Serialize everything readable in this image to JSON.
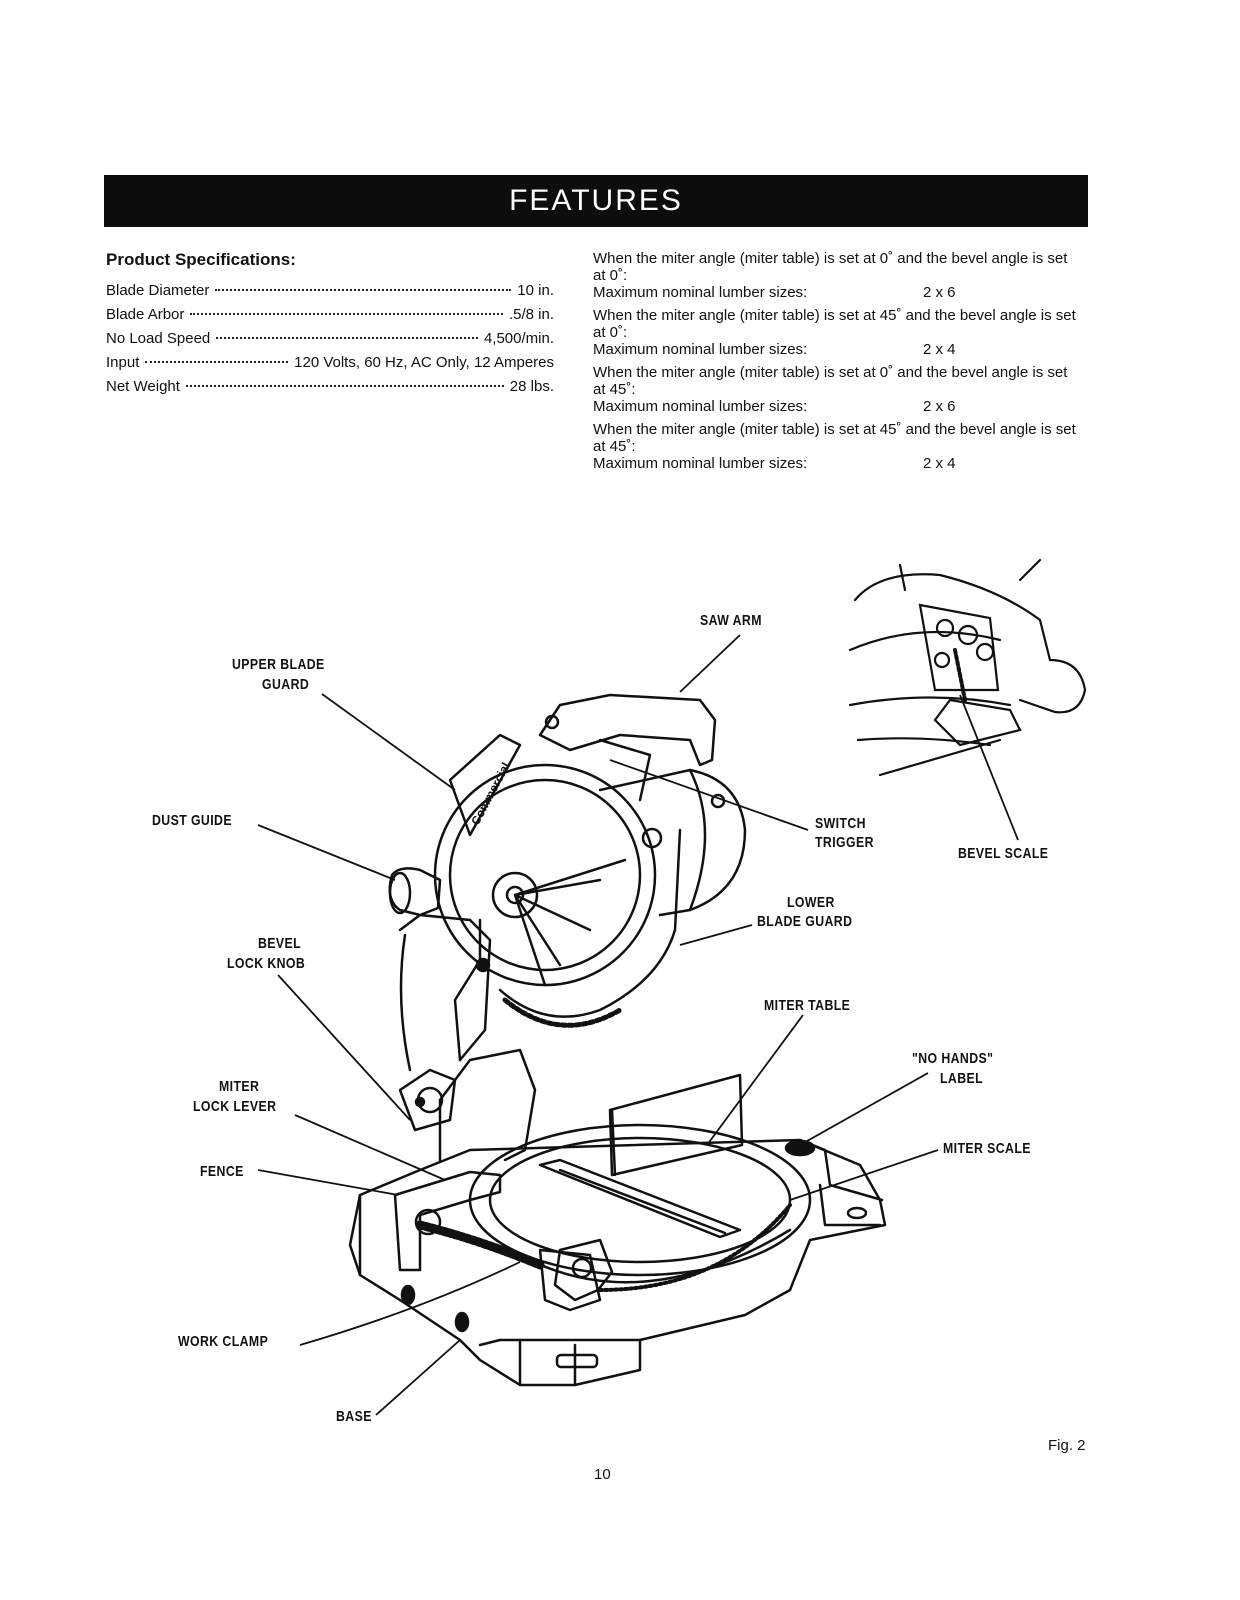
{
  "header": {
    "title": "FEATURES"
  },
  "specs": {
    "heading": "Product Specifications:",
    "rows": [
      {
        "label": "Blade Diameter",
        "value": "10 in."
      },
      {
        "label": "Blade Arbor",
        "value": ".5/8 in."
      },
      {
        "label": "No Load Speed",
        "value": "4,500/min."
      },
      {
        "label": "Input",
        "value": "120 Volts, 60 Hz, AC Only, 12 Amperes"
      },
      {
        "label": "Net Weight",
        "value": "28 lbs."
      }
    ]
  },
  "capacities": [
    {
      "condition": "When the miter angle (miter table) is set at 0˚ and the bevel angle is set at 0˚:",
      "size_label": "Maximum nominal lumber sizes:",
      "size": "2 x 6"
    },
    {
      "condition": "When the miter angle (miter table) is set at 45˚ and the bevel angle is set at 0˚:",
      "size_label": "Maximum nominal lumber sizes:",
      "size": "2 x 4"
    },
    {
      "condition": "When the miter angle (miter table) is set at 0˚ and the bevel angle is set at 45˚:",
      "size_label": "Maximum nominal lumber sizes:",
      "size": "2 x 6"
    },
    {
      "condition": "When the miter angle (miter table) is set at 45˚ and the bevel angle is set at 45˚:",
      "size_label": "Maximum nominal lumber sizes:",
      "size": "2 x 4"
    }
  ],
  "figure": {
    "labels": {
      "saw_arm": "SAW ARM",
      "upper_blade_guard_1": "UPPER BLADE",
      "upper_blade_guard_2": "GUARD",
      "dust_guide": "DUST GUIDE",
      "switch_trigger_1": "SWITCH",
      "switch_trigger_2": "TRIGGER",
      "bevel_scale": "BEVEL SCALE",
      "lower_blade_guard_1": "LOWER",
      "lower_blade_guard_2": "BLADE GUARD",
      "bevel_lock_knob_1": "BEVEL",
      "bevel_lock_knob_2": "LOCK KNOB",
      "miter_table": "MITER TABLE",
      "no_hands_1": "\"NO HANDS\"",
      "no_hands_2": "LABEL",
      "miter_lock_lever_1": "MITER",
      "miter_lock_lever_2": "LOCK LEVER",
      "miter_scale": "MITER SCALE",
      "fence": "FENCE",
      "work_clamp": "WORK CLAMP",
      "base": "BASE"
    },
    "blade_brand": "Commercial",
    "fig_number": "Fig. 2"
  },
  "footer": {
    "page_number": "10"
  }
}
